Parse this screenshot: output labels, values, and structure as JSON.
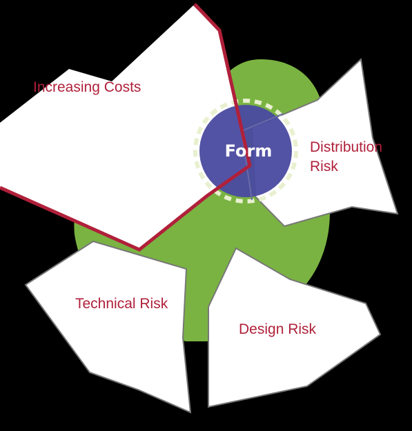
{
  "diagram": {
    "center_label": "Form",
    "labels": {
      "increasing_costs": "Increasing Costs",
      "distribution_line1": "Distribution",
      "distribution_line2": "Risk",
      "technical_risk": "Technical Risk",
      "design_risk": "Design Risk"
    },
    "colors": {
      "background": "#000000",
      "green_core": "#7ab342",
      "form_circle": "#4a4aa0",
      "label_red": "#b0203a",
      "cost_line": "#b0203a",
      "panel": "#ffffff",
      "panel_edge": "#777777"
    }
  }
}
